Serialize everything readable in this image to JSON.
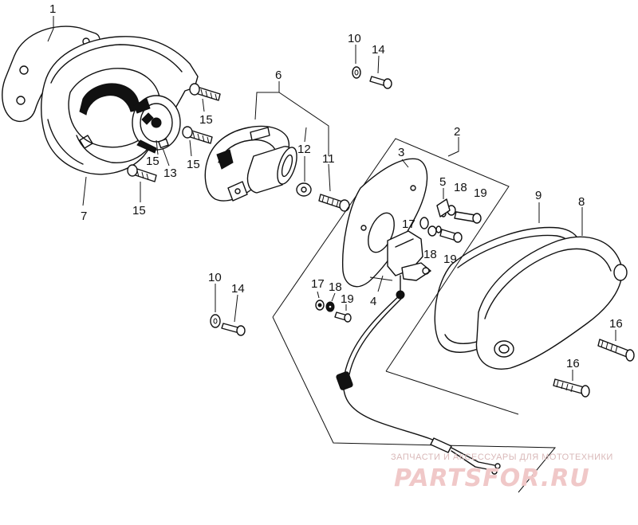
{
  "diagram": {
    "labels": {
      "p1": "1",
      "p2": "2",
      "p3": "3",
      "p4": "4",
      "p5": "5",
      "p6": "6",
      "p7": "7",
      "p8": "8",
      "p9": "9",
      "p10a": "10",
      "p10b": "10",
      "p11": "11",
      "p12": "12",
      "p13": "13",
      "p14a": "14",
      "p14b": "14",
      "p15a": "15",
      "p15b": "15",
      "p15c": "15",
      "p15d": "15",
      "p16a": "16",
      "p16b": "16",
      "p17a": "17",
      "p17b": "17",
      "p18a": "18",
      "p18b": "18",
      "p18c": "18",
      "p19a": "19",
      "p19b": "19",
      "p19c": "19"
    }
  },
  "watermark": {
    "tagline": "ЗАПЧАСТИ И АКСЕССУАРЫ ДЛЯ МОТОТЕХНИКИ",
    "logo": "PARTSFOR.RU"
  }
}
